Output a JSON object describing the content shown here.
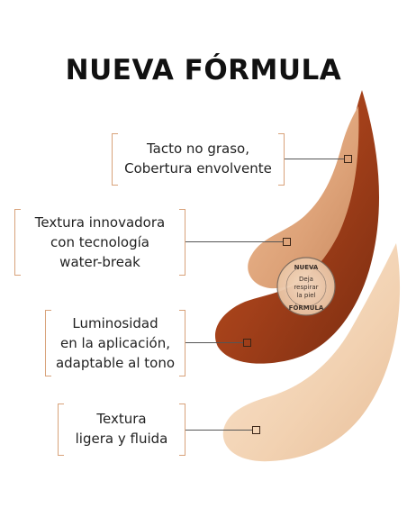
{
  "title": "NUEVA FÓRMULA",
  "features": [
    {
      "lines": [
        "Tacto no graso,",
        "Cobertura envolvente"
      ]
    },
    {
      "lines": [
        "Textura innovadora",
        "con tecnología",
        "water-break"
      ]
    },
    {
      "lines": [
        "Luminosidad",
        "en la aplicación,",
        "adaptable al tono"
      ]
    },
    {
      "lines": [
        "Textura",
        "ligera y fluida"
      ]
    }
  ],
  "badge": {
    "top": "NUEVA",
    "bottom": "FÓRMULA",
    "center_lines": [
      "Deja",
      "respirar",
      "la piel"
    ]
  },
  "colors": {
    "bracket": "#d8a27a",
    "swatch_dark": "#a8441c",
    "swatch_medium": "#e0a67c",
    "swatch_light": "#f3d4b6"
  }
}
